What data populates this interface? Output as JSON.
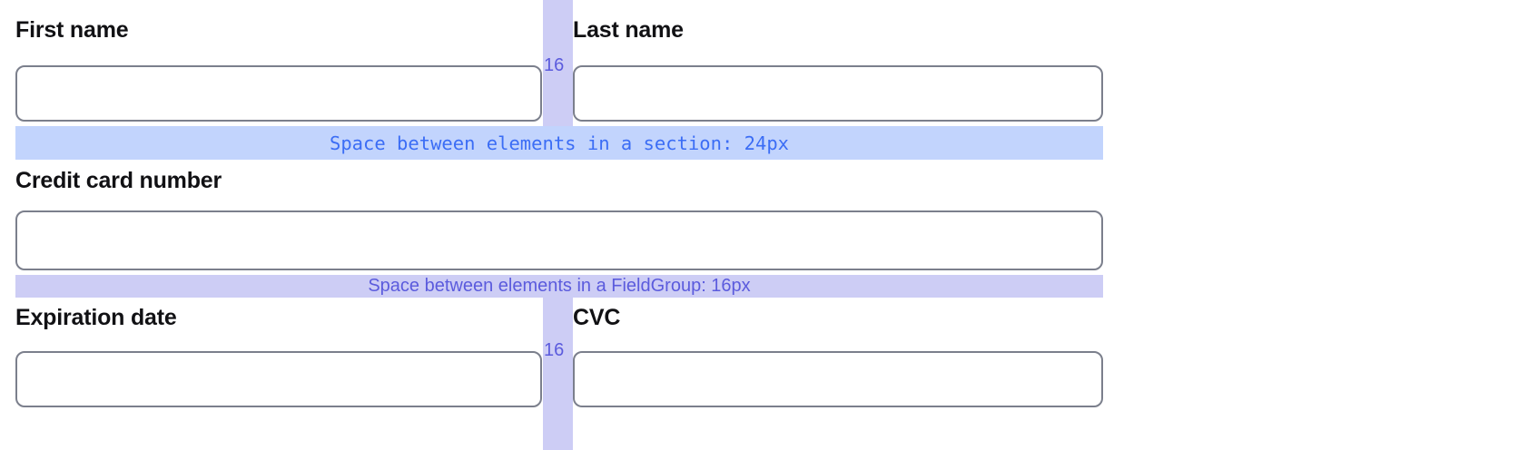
{
  "form": {
    "rows": [
      {
        "fields": [
          {
            "label": "First name",
            "value": "",
            "placeholder": ""
          },
          {
            "label": "Last name",
            "value": "",
            "placeholder": ""
          }
        ],
        "gap_label": "16"
      },
      {
        "fields": [
          {
            "label": "Credit card number",
            "value": "",
            "placeholder": ""
          }
        ]
      },
      {
        "fields": [
          {
            "label": "Expiration date",
            "value": "",
            "placeholder": ""
          },
          {
            "label": "CVC",
            "value": "",
            "placeholder": ""
          }
        ],
        "gap_label": "16"
      }
    ]
  },
  "annotations": {
    "section_spacing": {
      "text": "Space between elements in a section: 24px",
      "color": "#3b6df5",
      "background": "#c2d4fd"
    },
    "fieldgroup_spacing": {
      "text": "Space between elements in a FieldGroup: 16px",
      "color": "#5b5bdd",
      "background": "#cdcdf5"
    },
    "column_gap": {
      "label": "16",
      "color": "#5b5bdd",
      "background": "#cdcdf5"
    }
  },
  "theme": {
    "input_border": "#7b7f8c",
    "label_color": "#111114",
    "page_background": "#ffffff"
  }
}
